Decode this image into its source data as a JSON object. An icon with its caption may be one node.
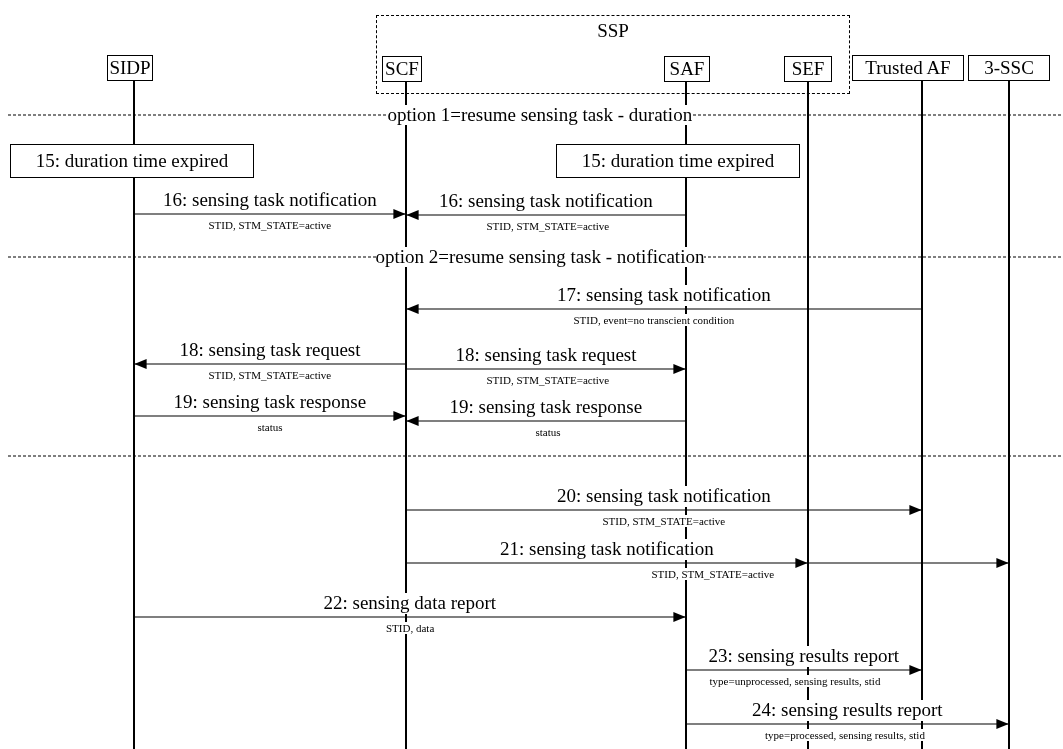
{
  "diagram": {
    "nodes": [
      {
        "text": [
          "SSP"
        ]
      },
      {
        "text": [
          "SIDP"
        ]
      },
      {
        "text": [
          "SCF"
        ],
        "in": 0
      },
      {
        "text": [
          "SAF"
        ],
        "in": 0
      },
      {
        "text": [
          "SEF"
        ],
        "in": 0
      },
      {
        "text": [
          "Trusted AF"
        ]
      },
      {
        "text": [
          "3-SSC"
        ]
      },
      {
        "text": [
          "15: duration time expired"
        ]
      },
      {
        "text": [
          "15: duration time expired"
        ]
      },
      {
        "text": [],
        "shape": "bar"
      },
      {
        "text": [],
        "shape": "bar"
      },
      {
        "text": [],
        "shape": "bar"
      },
      {
        "text": [],
        "shape": "bar"
      },
      {
        "text": [],
        "shape": "bar"
      },
      {
        "text": [],
        "shape": "bar"
      }
    ],
    "edges": [
      {
        "from": 9,
        "to": 10,
        "arrow": "to",
        "label": "16: sensing task notification"
      },
      {
        "from": 11,
        "to": 10,
        "arrow": "to",
        "label": "16: sensing task notification"
      },
      {
        "from": 13,
        "to": 10,
        "arrow": "to",
        "label": "17: sensing task notification"
      },
      {
        "from": 10,
        "to": 9,
        "arrow": "to",
        "label": "18: sensing task request"
      },
      {
        "from": 10,
        "to": 11,
        "arrow": "to",
        "label": "18: sensing task request"
      },
      {
        "from": 9,
        "to": 10,
        "arrow": "to",
        "label": "19: sensing task response"
      },
      {
        "from": 11,
        "to": 10,
        "arrow": "to",
        "label": "19: sensing task response"
      },
      {
        "from": 10,
        "to": 13,
        "arrow": "to",
        "label": "20: sensing task notification"
      },
      {
        "from": 10,
        "to": 12,
        "arrow": "to",
        "label": "21: sensing task notification"
      },
      {
        "from": 12,
        "to": 14,
        "arrow": "to"
      },
      {
        "from": 9,
        "to": 11,
        "arrow": "to",
        "label": "22: sensing data report"
      },
      {
        "from": 11,
        "to": 13,
        "arrow": "to",
        "label": "23: sensing results report"
      },
      {
        "from": 11,
        "to": 14,
        "arrow": "to",
        "label": "24: sensing results report"
      }
    ],
    "labels": [
      "option 1=resume sensing task - duration",
      "STID, STM_STATE=active",
      "STID, STM_STATE=active",
      "option 2=resume sensing task - notification",
      "STID, event=no transcient condition",
      "STID, STM_STATE=active",
      "STID, STM_STATE=active",
      "status",
      "status",
      "STID, STM_STATE=active",
      "STID, STM_STATE=active",
      "STID, data",
      "type=unprocessed, sensing results, stid",
      "type=processed, sensing results, stid"
    ]
  }
}
